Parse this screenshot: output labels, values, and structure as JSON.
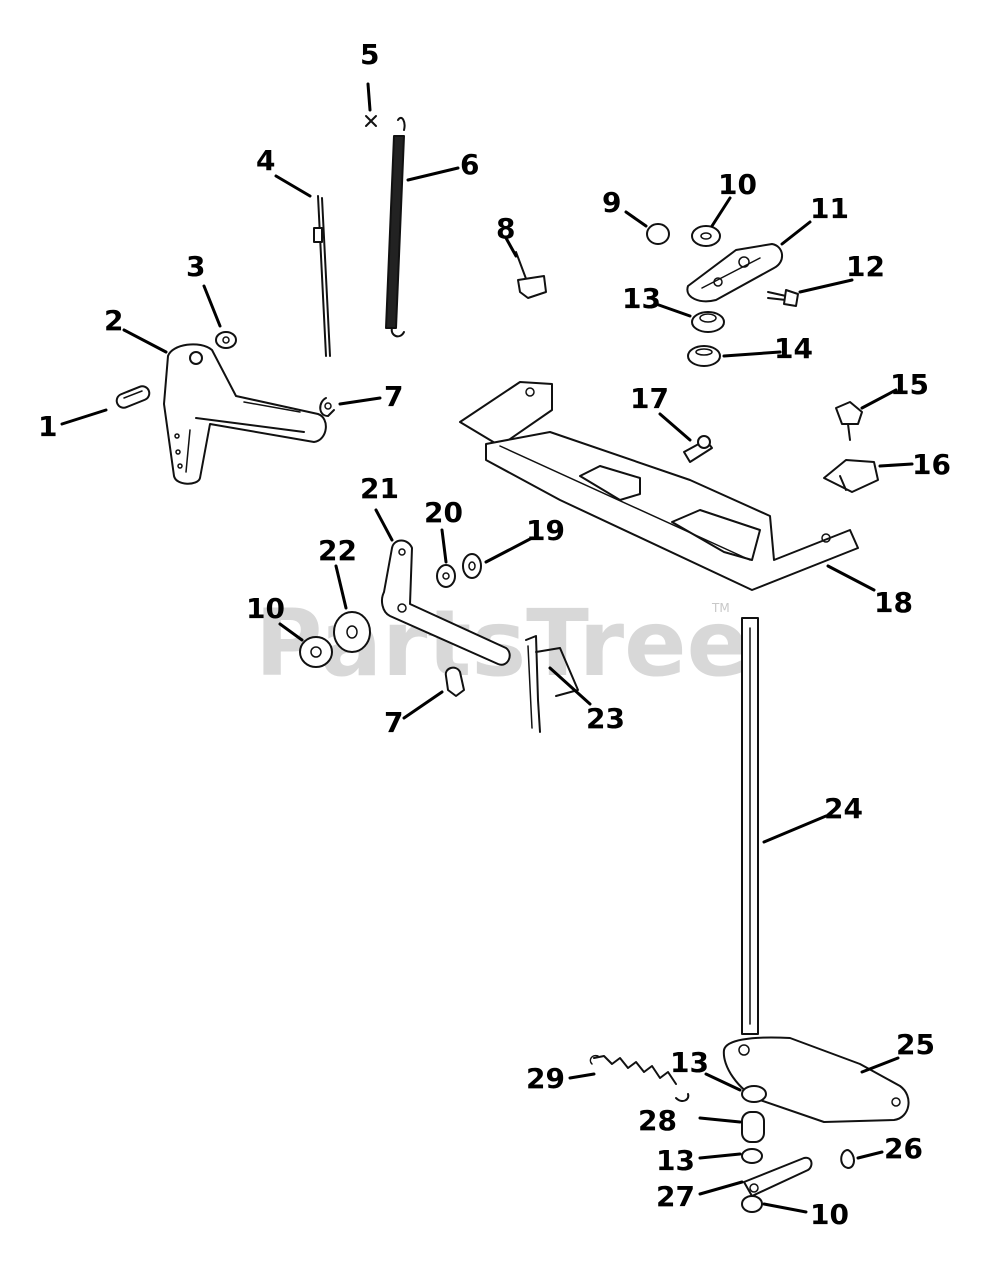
{
  "watermark": {
    "text": "PartsTree",
    "trademark": "TM"
  },
  "callouts": [
    "1",
    "2",
    "3",
    "4",
    "5",
    "6",
    "7",
    "7",
    "8",
    "9",
    "10",
    "10",
    "10",
    "11",
    "12",
    "13",
    "13",
    "13",
    "14",
    "15",
    "16",
    "17",
    "18",
    "19",
    "20",
    "21",
    "22",
    "23",
    "24",
    "25",
    "26",
    "27",
    "28",
    "29"
  ]
}
